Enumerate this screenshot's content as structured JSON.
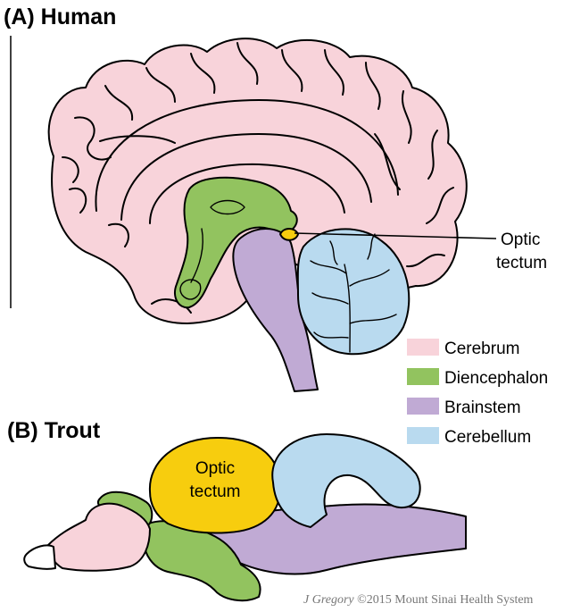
{
  "panels": {
    "human": {
      "label": "(A) Human"
    },
    "trout": {
      "label": "(B) Trout"
    }
  },
  "callout": {
    "line1": "Optic",
    "line2": "tectum"
  },
  "trout_tectum": {
    "line1": "Optic",
    "line2": "tectum"
  },
  "legend": [
    {
      "label": "Cerebrum",
      "color": "#f8d3da"
    },
    {
      "label": "Diencephalon",
      "color": "#92c35f"
    },
    {
      "label": "Brainstem",
      "color": "#c0aad4"
    },
    {
      "label": "Cerebellum",
      "color": "#b9daef"
    }
  ],
  "colors": {
    "cerebrum": "#f8d3da",
    "diencephalon": "#92c35f",
    "brainstem": "#c0aad4",
    "cerebellum": "#b9daef",
    "optic_tectum": "#f7cd0e"
  },
  "credit": {
    "author": "J Gregory",
    "rest": " ©2015 Mount Sinai Health System"
  }
}
